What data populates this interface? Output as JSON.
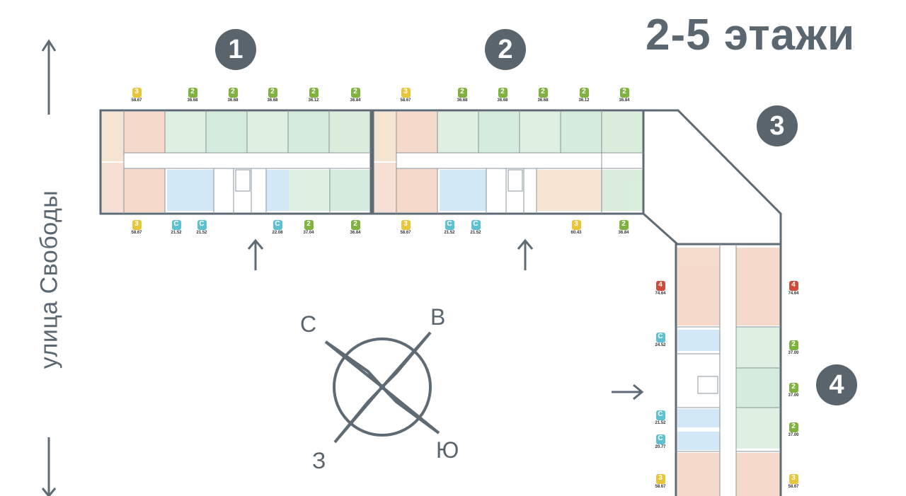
{
  "title": "2-5 этажи",
  "street": "улица Свободы",
  "sections": [
    "1",
    "2",
    "3",
    "4"
  ],
  "compass": {
    "n": "С",
    "e": "В",
    "s": "Ю",
    "w": "З"
  },
  "colors": {
    "one_room": "#e9c53a",
    "two_room": "#7fb23f",
    "studio": "#5ec1d2",
    "four_room": "#d04c3a",
    "walls": "#5f6b74"
  },
  "badges": {
    "s1_top": [
      {
        "type": "3",
        "area": "58.67"
      },
      {
        "type": "2",
        "area": "36.68"
      },
      {
        "type": "2",
        "area": "36.68"
      },
      {
        "type": "2",
        "area": "36.68"
      },
      {
        "type": "2",
        "area": "36.12"
      },
      {
        "type": "2",
        "area": "36.84"
      }
    ],
    "s2_top": [
      {
        "type": "3",
        "area": "58.67"
      },
      {
        "type": "2",
        "area": "36.68"
      },
      {
        "type": "2",
        "area": "36.68"
      },
      {
        "type": "2",
        "area": "36.68"
      },
      {
        "type": "2",
        "area": "36.12"
      },
      {
        "type": "2",
        "area": "36.84"
      }
    ],
    "s1_bottom": [
      {
        "type": "3",
        "area": "58.67"
      },
      {
        "type": "С",
        "area": "21.52"
      },
      {
        "type": "С",
        "area": "21.52"
      },
      {
        "type": "С",
        "area": "22.08"
      },
      {
        "type": "2",
        "area": "37.04"
      },
      {
        "type": "2",
        "area": "36.84"
      }
    ],
    "s2_bottom": [
      {
        "type": "3",
        "area": "58.67"
      },
      {
        "type": "С",
        "area": "21.52"
      },
      {
        "type": "С",
        "area": "21.52"
      },
      {
        "type": "3",
        "area": "60.43"
      },
      {
        "type": "2",
        "area": "36.84"
      }
    ],
    "s4_left": [
      {
        "type": "4",
        "area": "74.64"
      },
      {
        "type": "С",
        "area": "24.52"
      },
      {
        "type": "С",
        "area": "21.52"
      },
      {
        "type": "С",
        "area": "20.77"
      },
      {
        "type": "3",
        "area": "58.67"
      }
    ],
    "s4_right": [
      {
        "type": "4",
        "area": "74.64"
      },
      {
        "type": "2",
        "area": "37.00"
      },
      {
        "type": "2",
        "area": "37.00"
      },
      {
        "type": "2",
        "area": "37.00"
      },
      {
        "type": "3",
        "area": "58.67"
      }
    ]
  }
}
